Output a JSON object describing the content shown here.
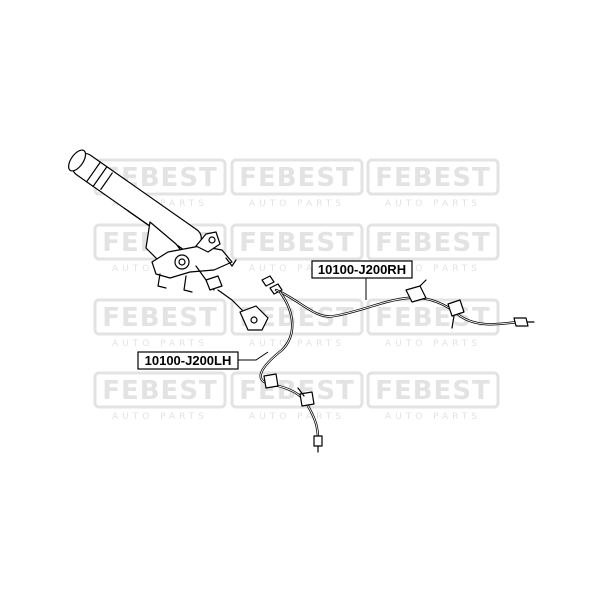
{
  "watermark": {
    "brand": "FEBEST",
    "tagline": "AUTO PARTS",
    "color": "#e3e3e3"
  },
  "labels": {
    "rh": "10100-J200RH",
    "lh": "10100-J200LH"
  },
  "colors": {
    "line": "#000000",
    "background": "#ffffff"
  }
}
